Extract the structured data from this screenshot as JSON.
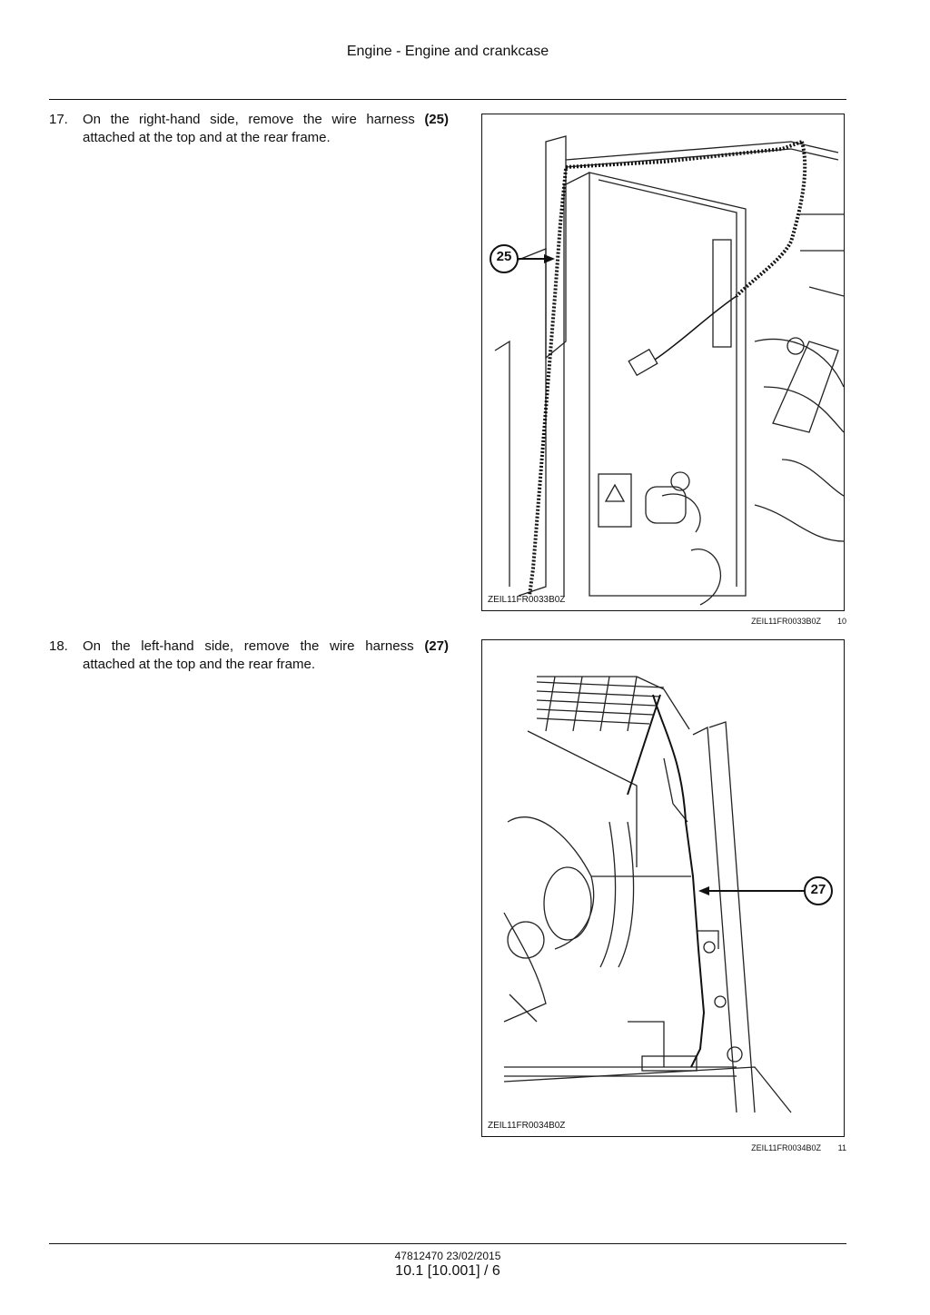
{
  "header": {
    "title": "Engine - Engine and crankcase"
  },
  "steps": [
    {
      "number": "17.",
      "text_before": "On the right-hand side, remove the wire harness",
      "ref": "(25)",
      "text_after": "attached at the top and at the rear frame.",
      "figure": {
        "image_code": "ZEIL11FR0033B0Z",
        "callout": "25",
        "caption_code": "ZEIL11FR0033B0Z",
        "caption_number": "10"
      }
    },
    {
      "number": "18.",
      "text_before": "On the left-hand side, remove the wire harness",
      "ref": "(27)",
      "text_after": "attached at the top and the rear frame.",
      "figure": {
        "image_code": "ZEIL11FR0034B0Z",
        "callout": "27",
        "caption_code": "ZEIL11FR0034B0Z",
        "caption_number": "11"
      }
    }
  ],
  "footer": {
    "doc_ref": "47812470 23/02/2015",
    "page_ref": "10.1 [10.001] / 6"
  }
}
